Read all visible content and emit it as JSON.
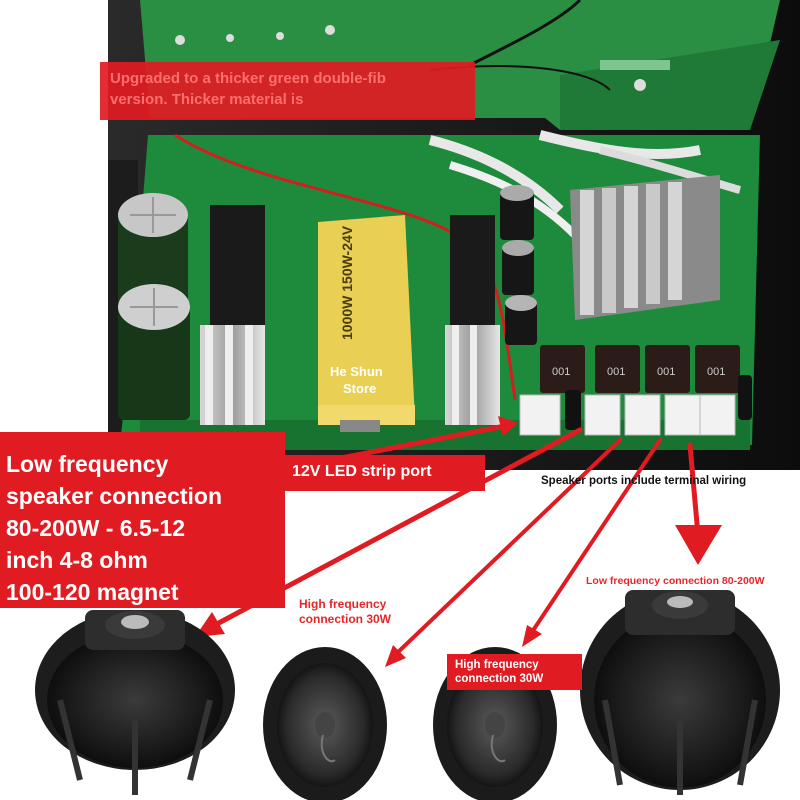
{
  "banner": {
    "line1": "Upgraded to a thicker green double-fib",
    "line2": "version. Thicker material is"
  },
  "watermark": {
    "line1": "He Shun",
    "line2": "Store"
  },
  "low_frequency_box": {
    "line1": "Low frequency",
    "line2": "speaker connection",
    "line3": "80-200W - 6.5-12",
    "line4": "inch 4-8 ohm",
    "line5": "100-120 magnet"
  },
  "led_port": "12V LED strip port",
  "speaker_ports": "Speaker ports include terminal wiring",
  "low_freq_right": "Low frequency connection 80-200W",
  "high_freq_1": {
    "line1": "High frequency",
    "line2": "connection 30W"
  },
  "high_freq_2": {
    "line1": "High frequency",
    "line2": "connection 30W"
  },
  "transformer_marking": "1000W 150W-24V",
  "module_marking": "001",
  "colors": {
    "label_red": "#e11b22",
    "pcb_green": "#1f8a3a",
    "transformer_yellow": "#e9cf53",
    "speaker_black": "#1a1a1a",
    "background": "#ffffff"
  }
}
